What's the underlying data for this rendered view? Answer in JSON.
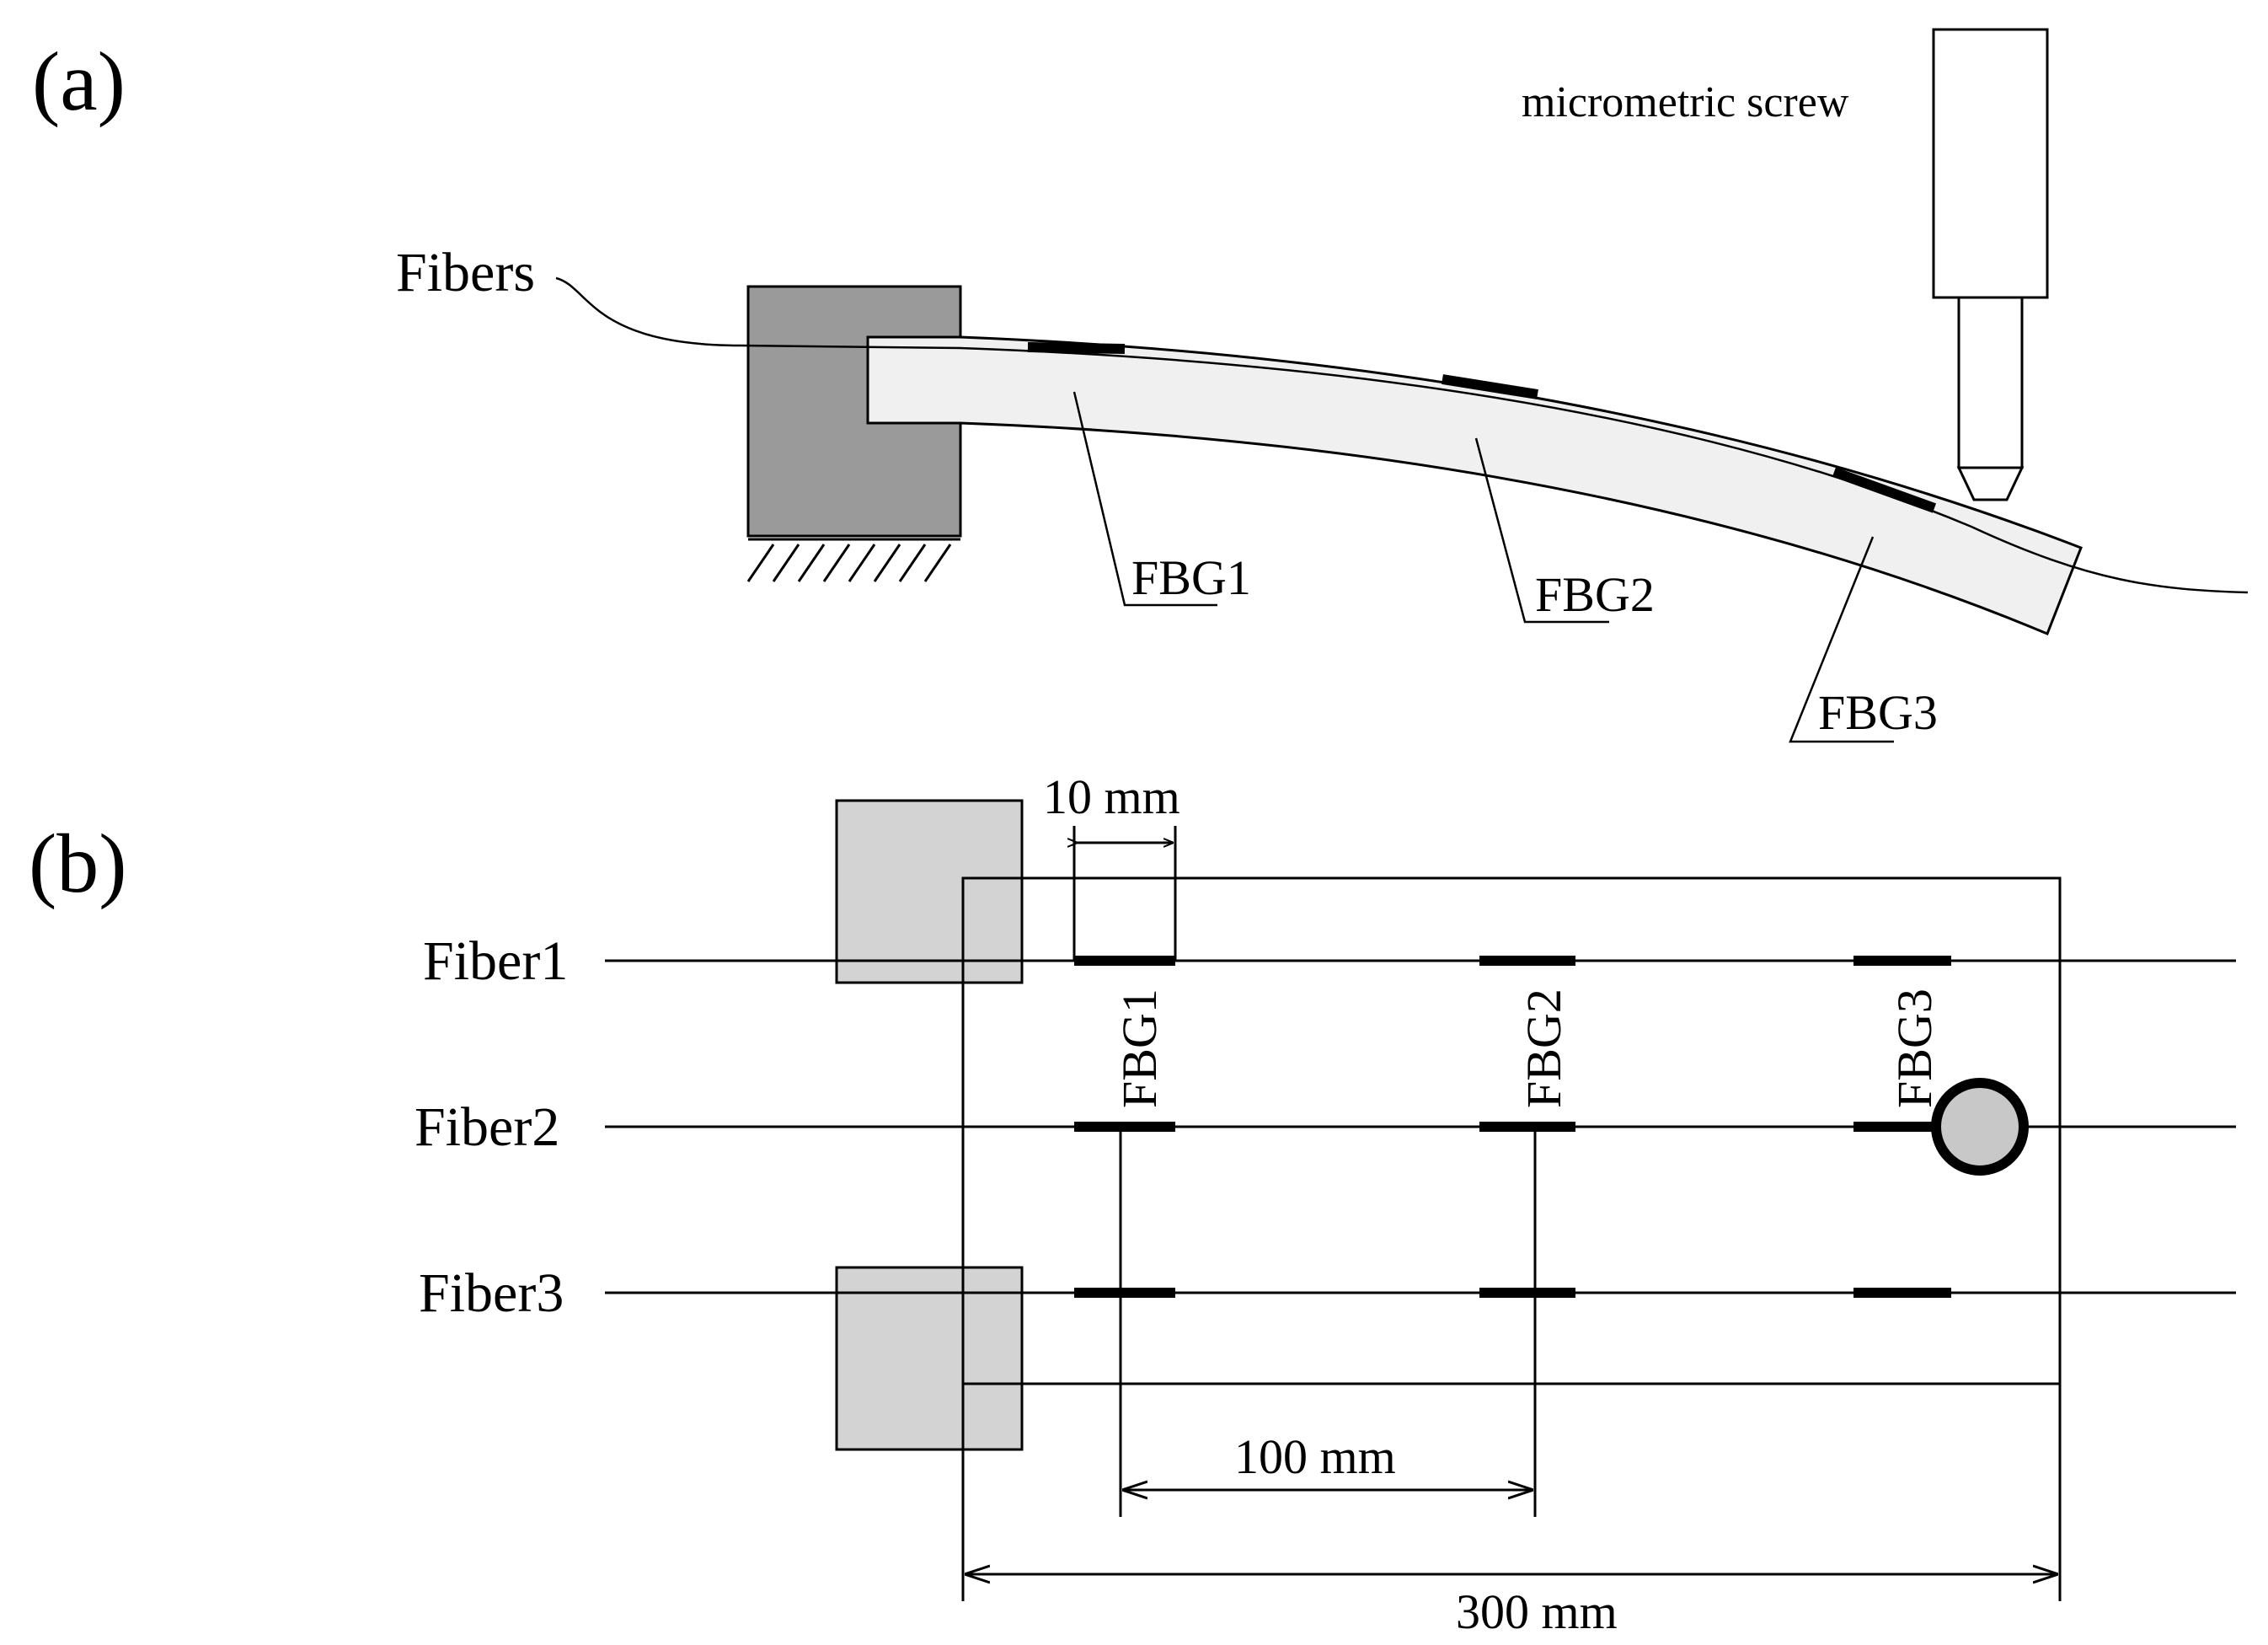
{
  "panels": {
    "a": {
      "label": "(a)",
      "fibers_label": "Fibers",
      "screw_label": "micrometric screw",
      "fbg_labels": [
        "FBG1",
        "FBG2",
        "FBG3"
      ]
    },
    "b": {
      "label": "(b)",
      "fiber_labels": [
        "Fiber1",
        "Fiber2",
        "Fiber3"
      ],
      "fbg_labels": [
        "FBG1",
        "FBG2",
        "FBG3"
      ],
      "dimensions": {
        "grating_length": "10 mm",
        "grating_spacing": "100 mm",
        "beam_length": "300 mm"
      }
    }
  },
  "colors": {
    "clamp_dark": "#9a9a9a",
    "clamp_light": "#d3d3d3",
    "beam_fill": "#f0f0f0",
    "line": "#000000",
    "load_point": "#c8c8c8"
  }
}
